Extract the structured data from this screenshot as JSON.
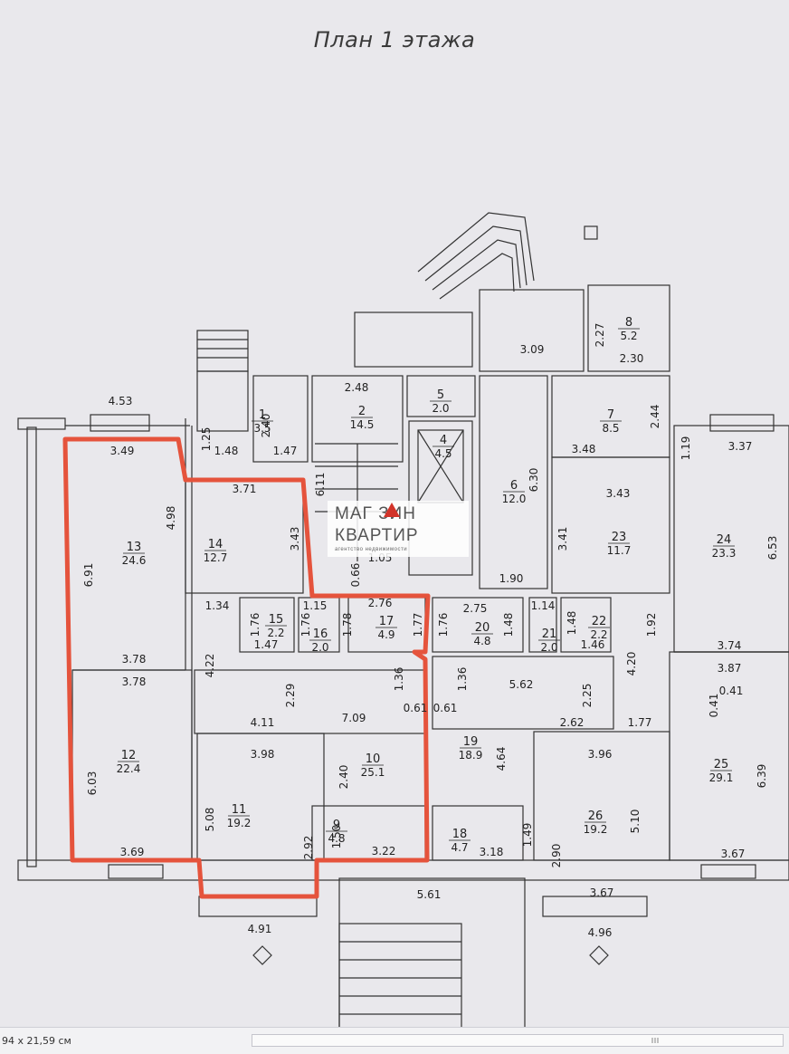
{
  "title": "План 1 этажа",
  "watermark": {
    "line1": "МАГ  ЗИН",
    "line2": "КВАРТИР",
    "line3": "агентство недвижимости"
  },
  "status_bar": {
    "size_text": "94 x 21,59 см"
  },
  "colors": {
    "highlight": "#e5533c",
    "lines": "#333333",
    "paper": "#e9e8ec"
  },
  "rooms": [
    {
      "number": "1",
      "area": "3.5"
    },
    {
      "number": "2",
      "area": "14.5"
    },
    {
      "number": "4",
      "area": "4.5"
    },
    {
      "number": "5",
      "area": "2.0"
    },
    {
      "number": "6",
      "area": "12.0"
    },
    {
      "number": "7",
      "area": "8.5"
    },
    {
      "number": "8",
      "area": "5.2"
    },
    {
      "number": "9",
      "area": "4.8"
    },
    {
      "number": "10",
      "area": "25.1"
    },
    {
      "number": "11",
      "area": "19.2"
    },
    {
      "number": "12",
      "area": "22.4"
    },
    {
      "number": "13",
      "area": "24.6"
    },
    {
      "number": "14",
      "area": "12.7"
    },
    {
      "number": "15",
      "area": "2.2"
    },
    {
      "number": "16",
      "area": "2.0"
    },
    {
      "number": "17",
      "area": "4.9"
    },
    {
      "number": "18",
      "area": "4.7"
    },
    {
      "number": "19",
      "area": "18.9"
    },
    {
      "number": "20",
      "area": "4.8"
    },
    {
      "number": "21",
      "area": "2.0"
    },
    {
      "number": "22",
      "area": "2.2"
    },
    {
      "number": "23",
      "area": "11.7"
    },
    {
      "number": "24",
      "area": "23.3"
    },
    {
      "number": "25",
      "area": "29.1"
    },
    {
      "number": "26",
      "area": "19.2"
    }
  ],
  "dimensions": [
    "4.53",
    "3.49",
    "1.25",
    "1.48",
    "2.40",
    "1.47",
    "2.48",
    "3.09",
    "2.27",
    "2.30",
    "3.48",
    "2.44",
    "1.19",
    "3.37",
    "6.53",
    "3.71",
    "6.11",
    "3.43",
    "0.66",
    "1.05",
    "6.30",
    "3.43",
    "3.41",
    "1.90",
    "4.98",
    "6.91",
    "1.34",
    "1.15",
    "2.76",
    "2.75",
    "1.14",
    "1.48",
    "1.76",
    "1.76",
    "1.78",
    "1.77",
    "1.76",
    "1.48",
    "1.92",
    "3.74",
    "1.47",
    "1.46",
    "3.78",
    "4.22",
    "3.78",
    "2.29",
    "1.36",
    "1.36",
    "4.20",
    "3.87",
    "0.41",
    "0.41",
    "2.25",
    "5.62",
    "7.09",
    "0.61",
    "0.61",
    "2.62",
    "1.77",
    "4.11",
    "4.64",
    "3.98",
    "3.96",
    "6.03",
    "2.40",
    "6.39",
    "5.10",
    "5.08",
    "1.50",
    "1.49",
    "2.90",
    "2.92",
    "3.69",
    "3.22",
    "3.18",
    "3.67",
    "5.61",
    "3.67",
    "4.91",
    "4.96"
  ]
}
